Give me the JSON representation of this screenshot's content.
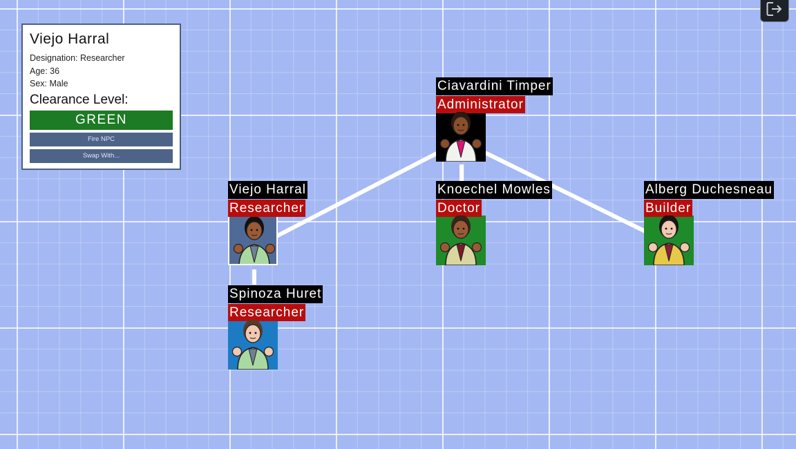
{
  "selected": {
    "name": "Viejo Harral",
    "designation": "Designation: Researcher",
    "age": "Age: 36",
    "sex": "Sex: Male",
    "clearance_label": "Clearance Level:",
    "clearance": "GREEN",
    "clearance_color": "#1c7b24",
    "fire_label": "Fire NPC",
    "swap_label": "Swap With..."
  },
  "exit_icon": "logout-icon",
  "npcs": [
    {
      "id": "ciavardini",
      "name": "Ciavardini Timper",
      "role": "Administrator",
      "bg": "#000000",
      "skin": "#8a4e2b",
      "hair": "#2a1a12",
      "coat": "#f2f2ef",
      "shirt": "#e0127a"
    },
    {
      "id": "viejo",
      "name": "Viejo Harral",
      "role": "Researcher",
      "bg": "#506a98",
      "skin": "#9a5a35",
      "hair": "#111111",
      "coat": "#a9d9a1",
      "shirt": "#708090",
      "selected": true
    },
    {
      "id": "knoechel",
      "name": "Knoechel Mowles",
      "role": "Doctor",
      "bg": "#1f8a29",
      "skin": "#9a5a35",
      "hair": "#3a2418",
      "coat": "#d9d6a0",
      "shirt": "#7a1a2a"
    },
    {
      "id": "alberg",
      "name": "Alberg Duchesneau",
      "role": "Builder",
      "bg": "#1f8a29",
      "skin": "#f1c8b0",
      "hair": "#1a1410",
      "coat": "#e8c84a",
      "shirt": "#8a2030"
    },
    {
      "id": "spinoza",
      "name": "Spinoza Huret",
      "role": "Researcher",
      "bg": "#1d7bc4",
      "skin": "#f1c8b0",
      "hair": "#5a3a28",
      "coat": "#a9d9a1",
      "shirt": "#708090"
    }
  ]
}
